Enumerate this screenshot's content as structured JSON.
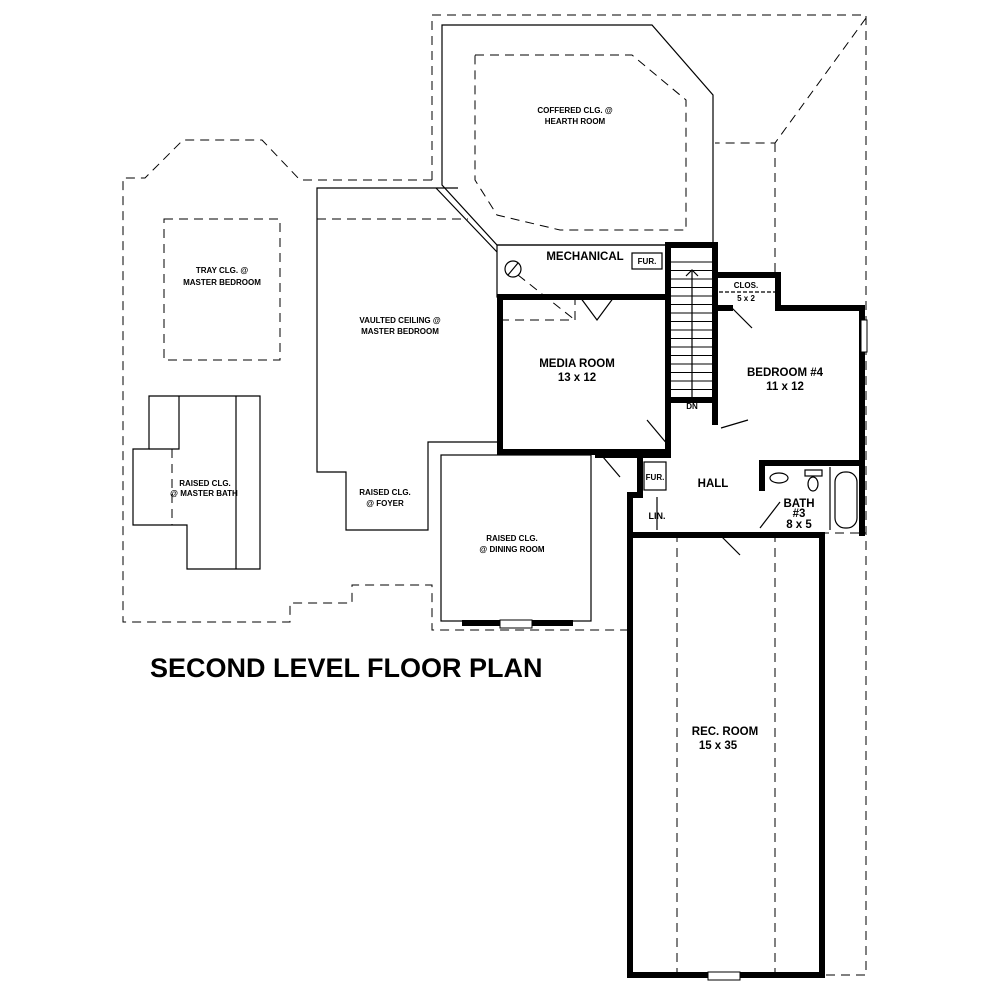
{
  "title": "SECOND LEVEL FLOOR PLAN",
  "rooms": {
    "hearth": {
      "line1": "COFFERED CLG. @",
      "line2": "HEARTH ROOM"
    },
    "tray": {
      "line1": "TRAY CLG. @",
      "line2": "MASTER BEDROOM"
    },
    "vaulted": {
      "line1": "VAULTED CEILING @",
      "line2": "MASTER BEDROOM"
    },
    "master_bath": {
      "line1": "RAISED CLG.",
      "line2": "@ MASTER BATH"
    },
    "foyer": {
      "line1": "RAISED CLG.",
      "line2": "@ FOYER"
    },
    "dining": {
      "line1": "RAISED CLG.",
      "line2": "@ DINING ROOM"
    },
    "mechanical": {
      "name": "MECHANICAL",
      "fur": "FUR."
    },
    "media": {
      "name": "MEDIA ROOM",
      "size": "13 x 12"
    },
    "closet": {
      "name": "CLOS.",
      "size": "5 x 2"
    },
    "bedroom4": {
      "name": "BEDROOM #4",
      "size": "11 x 12"
    },
    "stairs": {
      "label": "DN"
    },
    "hall": {
      "name": "HALL",
      "fur": "FUR.",
      "linen": "LIN."
    },
    "bath3": {
      "name": "BATH",
      "num": "#3",
      "size": "8 x 5"
    },
    "rec": {
      "name": "REC. ROOM",
      "size": "15 x 35"
    }
  }
}
